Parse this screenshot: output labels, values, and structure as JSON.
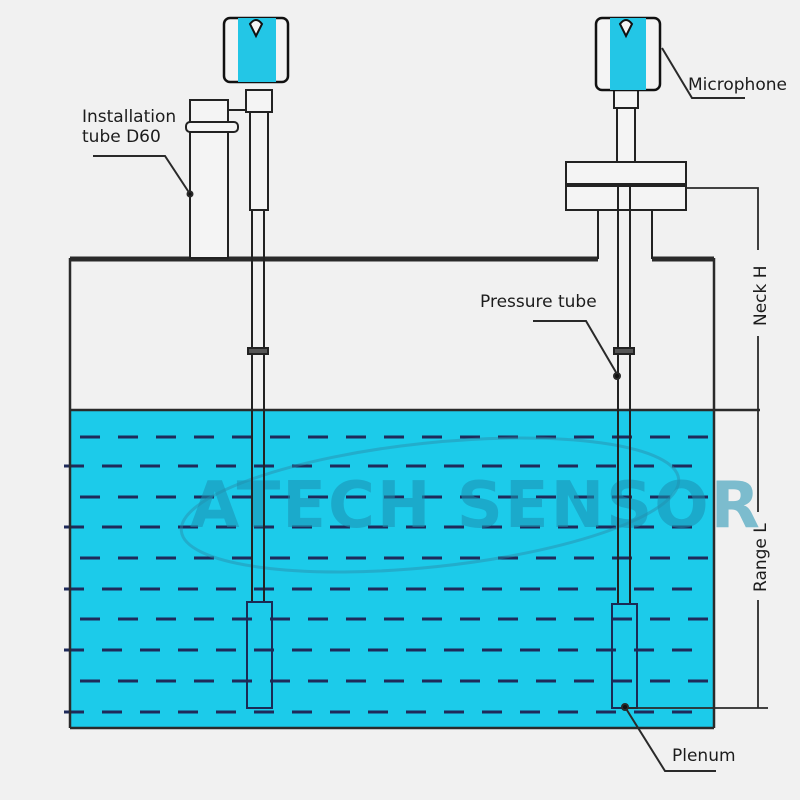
{
  "diagram": {
    "title": "Acoustic wave liquid level transmitter installation",
    "colors": {
      "background": "#f1f1f1",
      "liquid": "#1ccbea",
      "line": "#2a2a2a",
      "dash": "#1f2a5a",
      "transmitter_body": "#23c6e6",
      "watermark": "#1b8fb0"
    },
    "labels": {
      "installation_tube_line1": "Installation",
      "installation_tube_line2": "tube D60",
      "microphone": "Microphone",
      "pressure_tube": "Pressure tube",
      "plenum": "Plenum",
      "neck_h": "Neck H",
      "range_l": "Range L"
    },
    "watermark": "ATECH SENSOR",
    "components": [
      {
        "name": "left-transmitter",
        "mount": "installation tube D60"
      },
      {
        "name": "right-transmitter",
        "mount": "flange neck"
      }
    ]
  }
}
